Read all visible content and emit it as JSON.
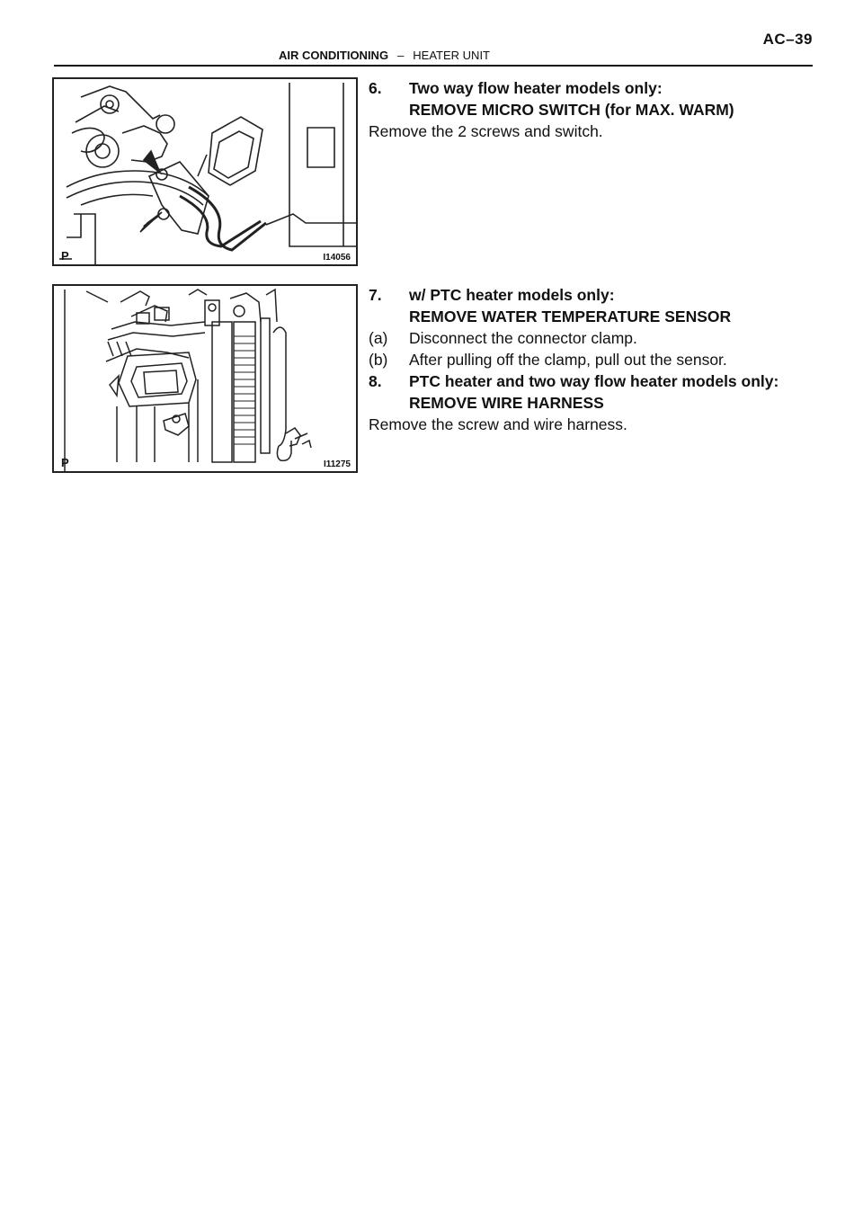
{
  "header": {
    "page_number": "AC–39",
    "section": "AIR CONDITIONING",
    "separator": "–",
    "subsection": "HEATER UNIT"
  },
  "figures": [
    {
      "corner_label": "P",
      "figure_id": "I14056"
    },
    {
      "corner_label": "P",
      "figure_id": "I11275"
    }
  ],
  "steps": {
    "step6": {
      "number": "6.",
      "title": "Two way flow heater models only:",
      "action": "REMOVE MICRO SWITCH (for MAX. WARM)",
      "body": "Remove the 2 screws and switch."
    },
    "step7": {
      "number": "7.",
      "title": "w/ PTC heater models only:",
      "action": "REMOVE WATER TEMPERATURE SENSOR",
      "items": [
        {
          "label": "(a)",
          "text": "Disconnect the connector clamp."
        },
        {
          "label": "(b)",
          "text": "After pulling off the clamp, pull out the sensor."
        }
      ]
    },
    "step8": {
      "number": "8.",
      "title": "PTC heater and two way flow heater models only:",
      "action": "REMOVE WIRE HARNESS",
      "body": "Remove the screw and wire harness."
    }
  }
}
